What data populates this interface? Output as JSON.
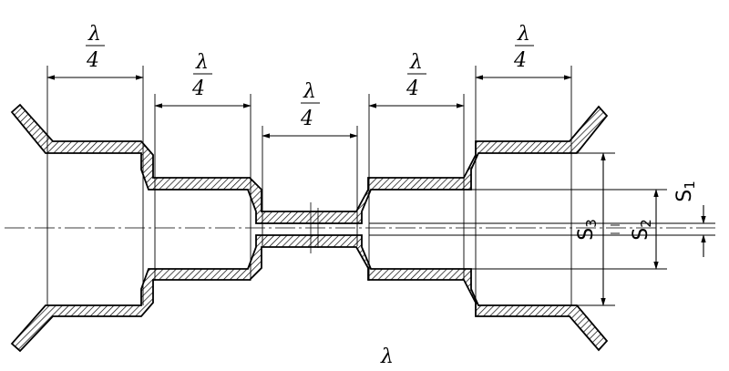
{
  "diagram": {
    "fraction_numerator": "λ",
    "fraction_denominator": "4",
    "bottom_label": "λ",
    "gap_labels": [
      {
        "letter": "S",
        "index": "1"
      },
      {
        "letter": "S",
        "index": "2"
      },
      {
        "letter": "S",
        "index": "3"
      }
    ]
  }
}
